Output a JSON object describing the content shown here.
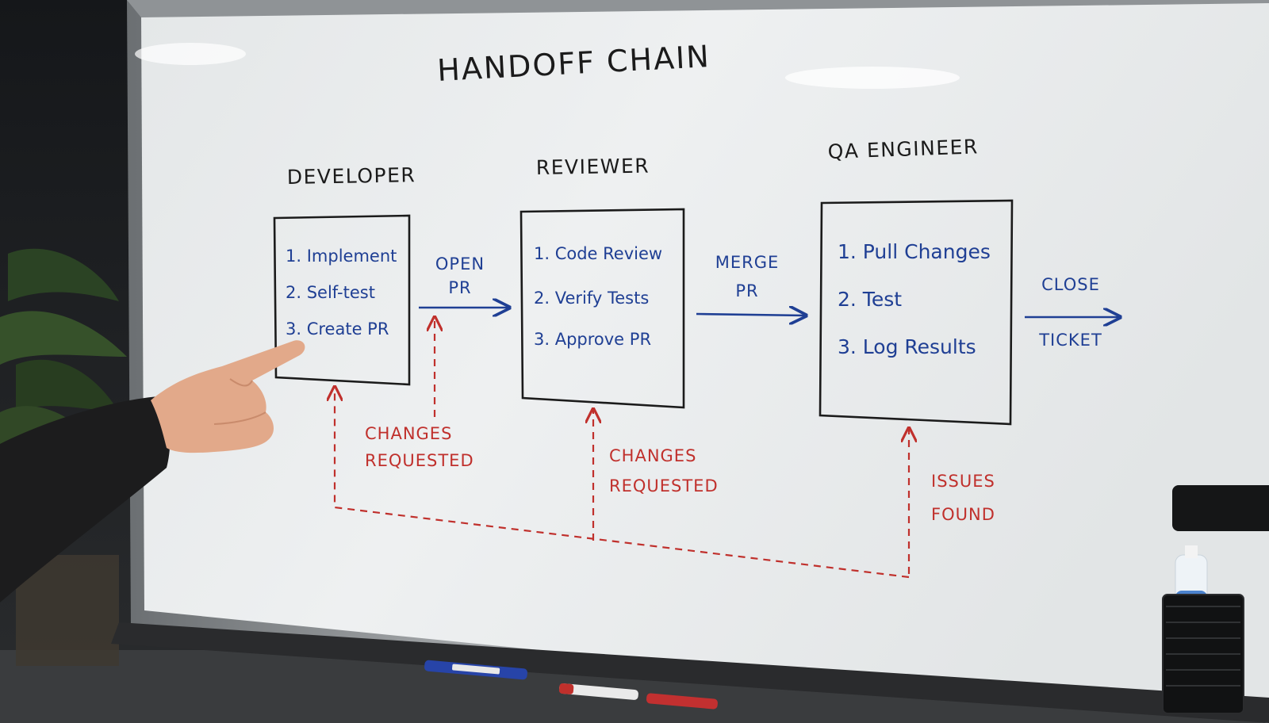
{
  "board": {
    "title": "HANDOFF CHAIN"
  },
  "roles": [
    {
      "name": "DEVELOPER",
      "steps": [
        "1. Implement",
        "2. Self-test",
        "3. Create PR"
      ]
    },
    {
      "name": "REVIEWER",
      "steps": [
        "1. Code Review",
        "2. Verify Tests",
        "3. Approve PR"
      ]
    },
    {
      "name": "QA ENGINEER",
      "steps": [
        "1. Pull Changes",
        "2. Test",
        "3. Log Results"
      ]
    }
  ],
  "handoffs": [
    {
      "line1": "OPEN",
      "line2": "PR"
    },
    {
      "line1": "MERGE",
      "line2": "PR"
    },
    {
      "line1": "CLOSE",
      "line2": "TICKET"
    }
  ],
  "feedback": [
    {
      "line1": "CHANGES",
      "line2": "REQUESTED"
    },
    {
      "line1": "CHANGES",
      "line2": "REQUESTED"
    },
    {
      "line1": "ISSUES",
      "line2": "FOUND"
    }
  ],
  "colors": {
    "ink_black": "#1b1b1b",
    "ink_blue": "#1f3f94",
    "ink_red": "#c0302c",
    "board_white": "#eef0f1"
  },
  "icons": [
    "hand-pointer-icon",
    "spray-bottle-icon",
    "eraser-icon",
    "marker-blue-icon",
    "marker-black-icon",
    "marker-red-icon"
  ]
}
